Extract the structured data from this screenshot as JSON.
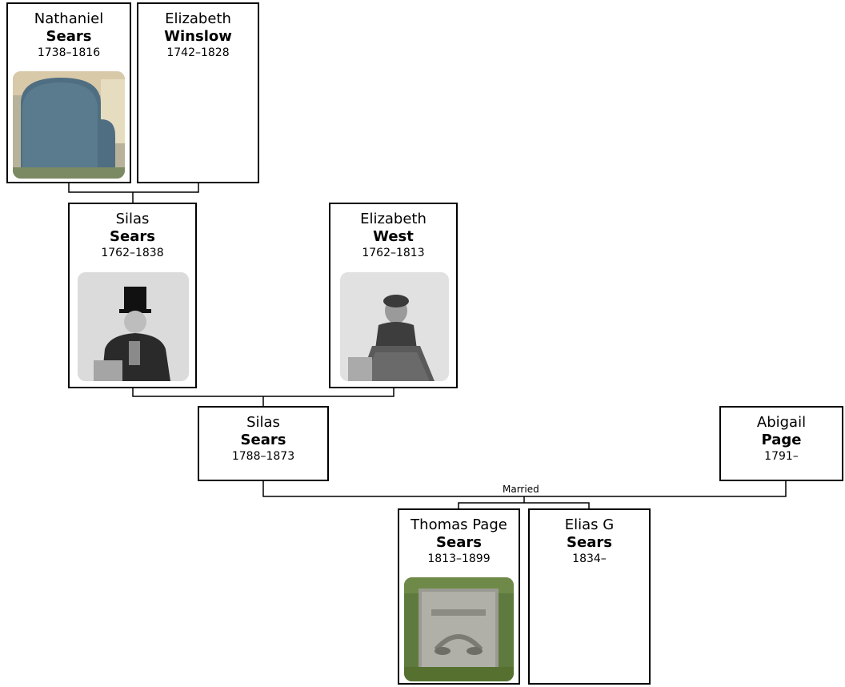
{
  "people": {
    "nathaniel": {
      "given": "Nathaniel",
      "surname": "Sears",
      "dates": "1738–1816",
      "photo": "gravestone-photo"
    },
    "elizabeth_winslow": {
      "given": "Elizabeth",
      "surname": "Winslow",
      "dates": "1742–1828"
    },
    "silas_1762": {
      "given": "Silas",
      "surname": "Sears",
      "dates": "1762–1838",
      "photo": "portrait-photo"
    },
    "elizabeth_west": {
      "given": "Elizabeth",
      "surname": "West",
      "dates": "1762–1813",
      "photo": "portrait-photo"
    },
    "silas_1788": {
      "given": "Silas",
      "surname": "Sears",
      "dates": "1788–1873"
    },
    "abigail": {
      "given": "Abigail",
      "surname": "Page",
      "dates": "1791–"
    },
    "thomas": {
      "given": "Thomas Page",
      "surname": "Sears",
      "dates": "1813–1899",
      "photo": "gravestone-photo"
    },
    "elias": {
      "given": "Elias G",
      "surname": "Sears",
      "dates": "1834–"
    }
  },
  "marriage_label": "Married",
  "colors": {
    "border": "#000000",
    "background": "#ffffff"
  }
}
